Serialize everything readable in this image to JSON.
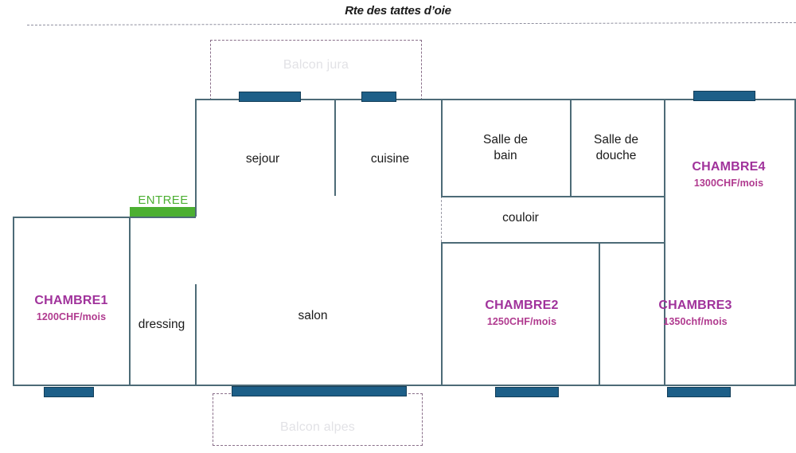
{
  "street": {
    "name": "Rte des tattes d’oie"
  },
  "entrance": {
    "label": "ENTREE",
    "color": "#4caf32"
  },
  "balconies": [
    {
      "id": "balcon-jura",
      "label": "Balcon jura"
    },
    {
      "id": "balcon-alpes",
      "label": "Balcon alpes"
    }
  ],
  "rooms": [
    {
      "id": "sejour",
      "label": "sejour"
    },
    {
      "id": "cuisine",
      "label": "cuisine"
    },
    {
      "id": "salle-de-bain",
      "label": "Salle de\nbain"
    },
    {
      "id": "salle-de-bain-l1",
      "label": "Salle de"
    },
    {
      "id": "salle-de-bain-l2",
      "label": "bain"
    },
    {
      "id": "salle-de-douche-l1",
      "label": "Salle de"
    },
    {
      "id": "salle-de-douche-l2",
      "label": "douche"
    },
    {
      "id": "couloir",
      "label": "couloir"
    },
    {
      "id": "salon",
      "label": "salon"
    },
    {
      "id": "dressing",
      "label": "dressing"
    }
  ],
  "bedrooms": [
    {
      "id": "chambre1",
      "name": "CHAMBRE1",
      "price": "1200CHF/mois"
    },
    {
      "id": "chambre2",
      "name": "CHAMBRE2",
      "price": "1250CHF/mois"
    },
    {
      "id": "chambre3",
      "name": "CHAMBRE3",
      "price": "1350chf/mois"
    },
    {
      "id": "chambre4",
      "name": "CHAMBRE4",
      "price": "1300CHF/mois"
    }
  ],
  "colors": {
    "bedroom_name": "#a0329b",
    "bedroom_price": "#b03a8f",
    "wall": "#4d6b77",
    "window": "#1d5f88",
    "entrance": "#4caf32",
    "balcony_border": "#8a6f8a",
    "balcony_text": "#e2e2e6"
  }
}
